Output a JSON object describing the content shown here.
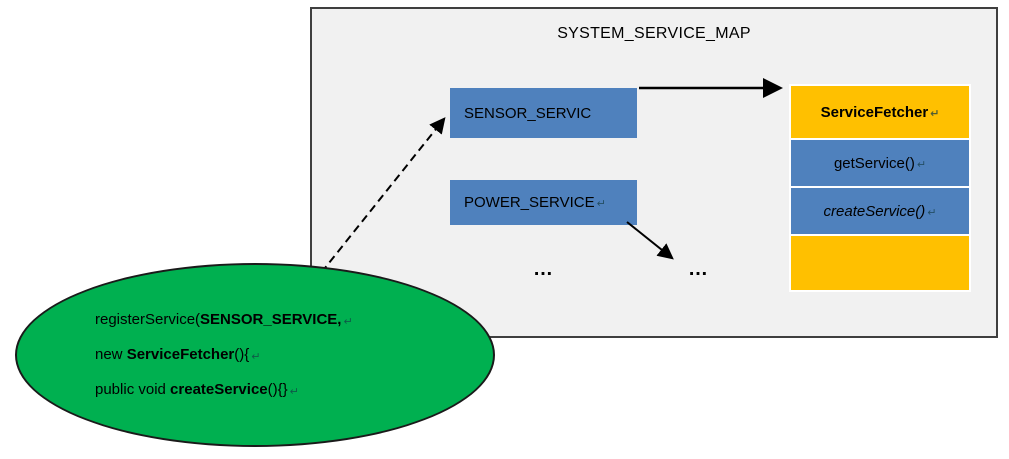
{
  "map": {
    "title": "SYSTEM_SERVICE_MAP",
    "nodes": [
      {
        "label": "SENSOR_SERVIC"
      },
      {
        "label": "POWER_SERVICE"
      }
    ],
    "ellipsis_left": "…",
    "ellipsis_right": "…"
  },
  "fetcher_table": {
    "rows": [
      {
        "label": "ServiceFetcher"
      },
      {
        "label": "getService()"
      },
      {
        "label": "createService()"
      },
      {
        "label": ""
      }
    ]
  },
  "callout": {
    "line1": {
      "seg1": "registerService(",
      "seg2": "SENSOR_SERVICE,"
    },
    "line2": {
      "seg1": "new ",
      "seg2": "ServiceFetcher",
      "seg3": "(){"
    },
    "line3": {
      "seg1": "public void ",
      "seg2": "createService",
      "seg3": "(){}"
    }
  },
  "marks": {
    "return_mark": "↵"
  },
  "colors": {
    "node_blue": "#4f81bd",
    "table_orange": "#ffc000",
    "callout_green": "#00b050",
    "map_background": "#f1f1f1",
    "map_border": "#3f3f3f"
  }
}
